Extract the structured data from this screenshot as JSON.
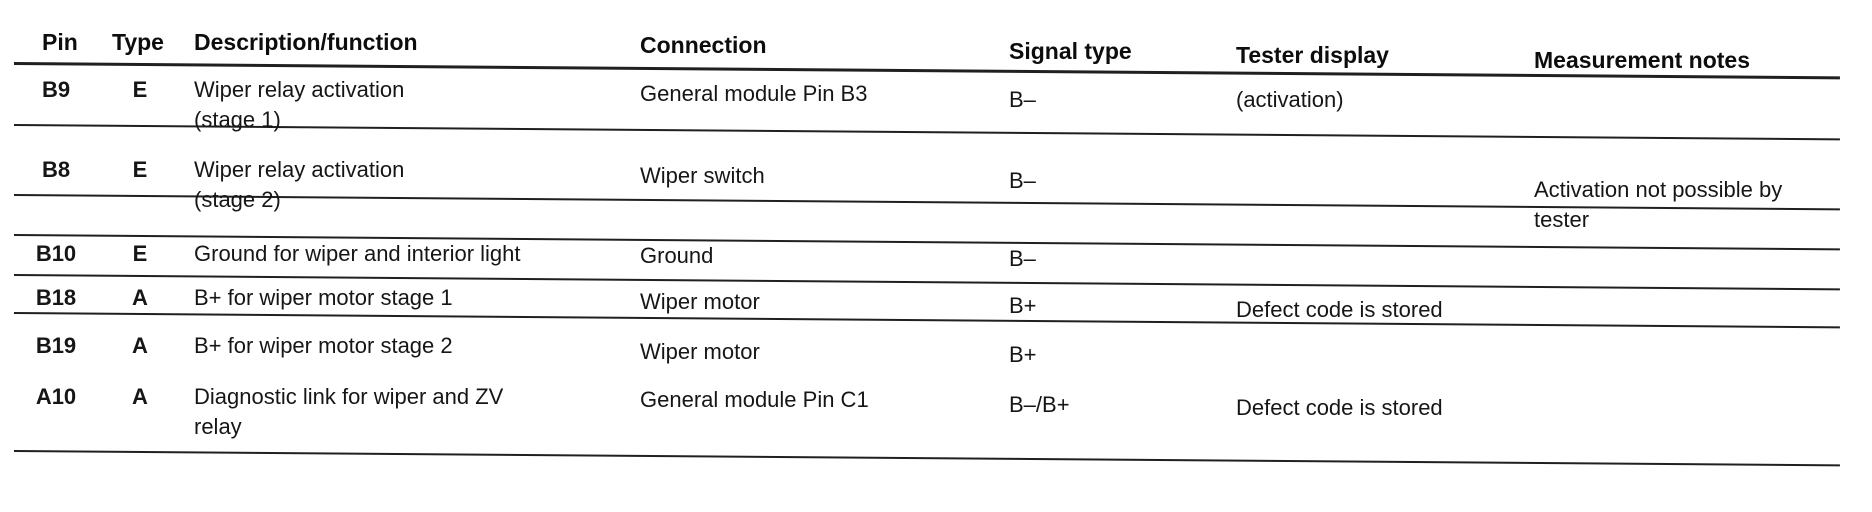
{
  "table": {
    "headers": {
      "pin": "Pin",
      "type": "Type",
      "description": "Description/function",
      "connection": "Connection",
      "signal": "Signal type",
      "tester": "Tester display",
      "notes": "Measurement notes"
    },
    "rows": [
      {
        "pin": "B9",
        "type": "E",
        "description": [
          "Wiper relay activation",
          "(stage 1)"
        ],
        "connection": "General module Pin B3",
        "signal": "B–",
        "tester": "(activation)",
        "notes": [
          "",
          ""
        ]
      },
      {
        "pin": "B8",
        "type": "E",
        "description": [
          "Wiper relay activation",
          "(stage 2)"
        ],
        "connection": "Wiper switch",
        "signal": "B–",
        "tester": "",
        "notes": [
          "Activation not possible by",
          "tester"
        ]
      },
      {
        "pin": "B10",
        "type": "E",
        "description": [
          "Ground for wiper and interior light",
          ""
        ],
        "connection": "Ground",
        "signal": "B–",
        "tester": "",
        "notes": [
          "",
          ""
        ]
      },
      {
        "pin": "B18",
        "type": "A",
        "description": [
          "B+ for wiper motor stage 1",
          ""
        ],
        "connection": "Wiper motor",
        "signal": "B+",
        "tester": "Defect code is stored",
        "notes": [
          "",
          ""
        ]
      },
      {
        "pin": "B19",
        "type": "A",
        "description": [
          "B+ for wiper motor stage 2",
          ""
        ],
        "connection": "Wiper motor",
        "signal": "B+",
        "tester": "",
        "notes": [
          "",
          ""
        ]
      },
      {
        "pin": "A10",
        "type": "A",
        "description": [
          "Diagnostic link for wiper and ZV",
          "relay"
        ],
        "connection": "General module Pin C1",
        "signal": "B–/B+",
        "tester": "Defect code is stored",
        "notes": [
          "",
          ""
        ]
      }
    ]
  }
}
